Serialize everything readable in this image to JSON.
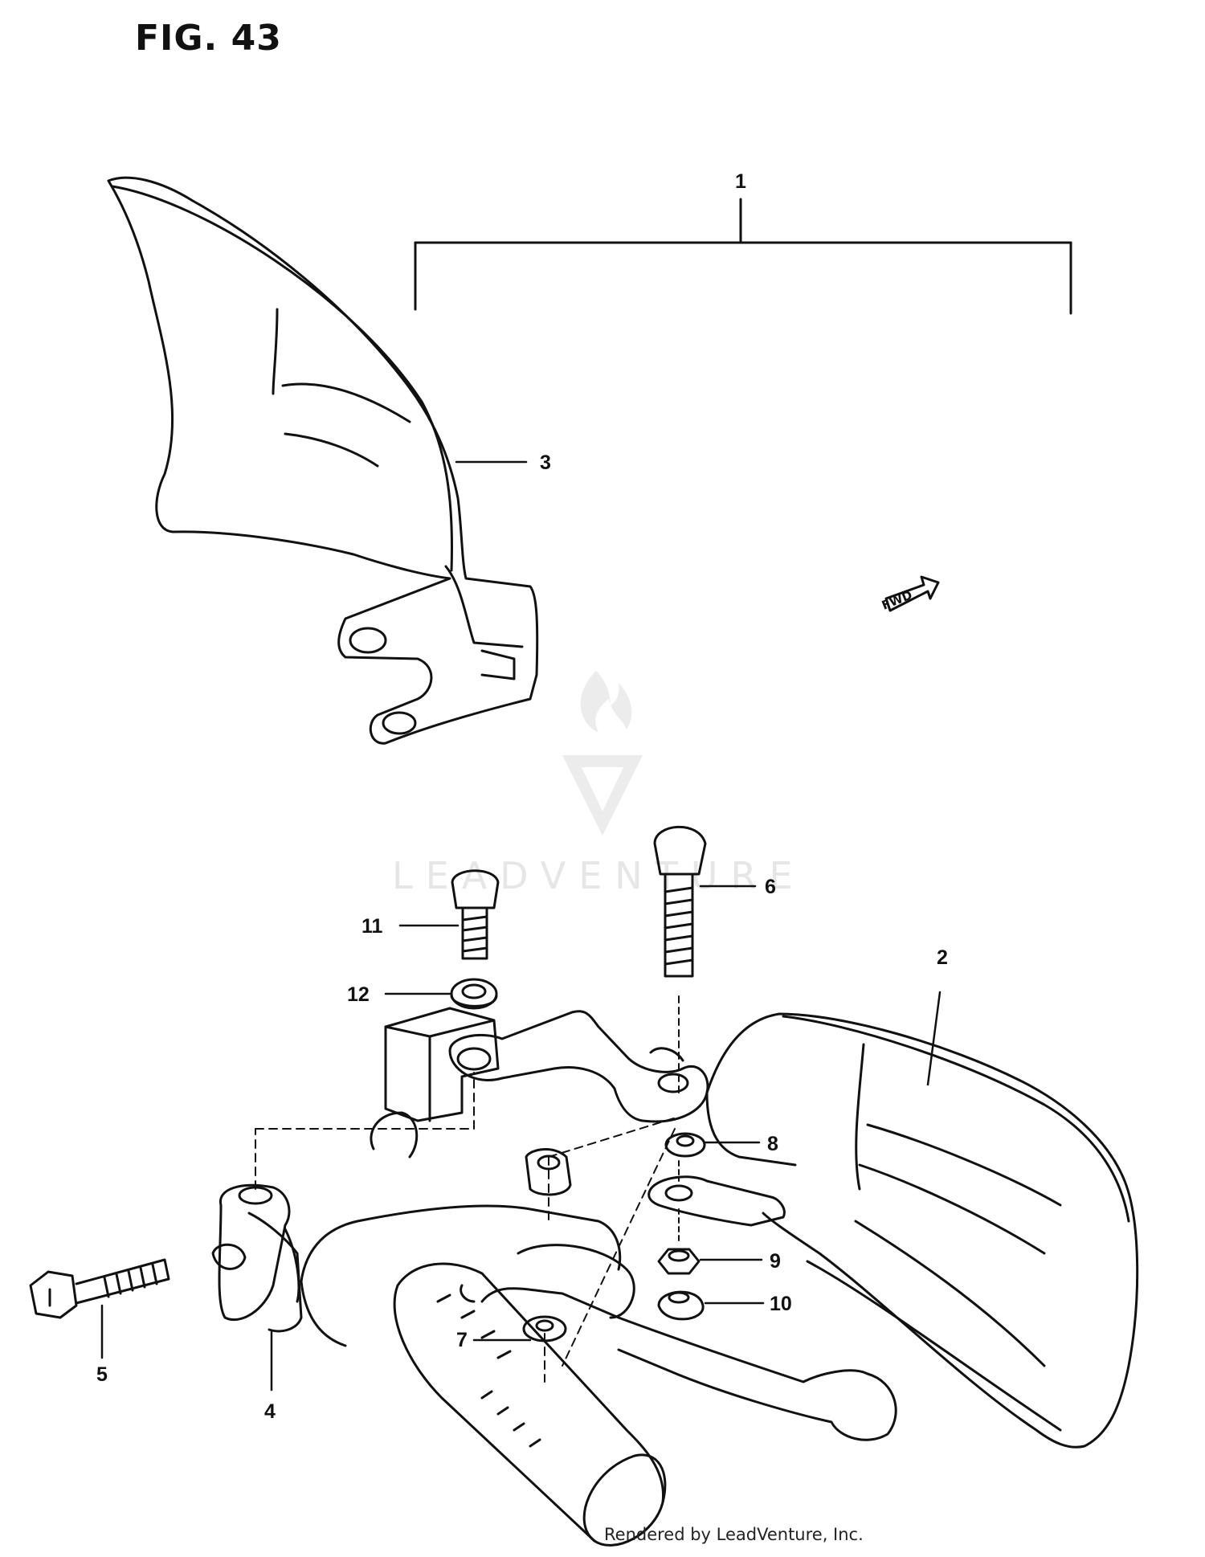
{
  "figure": {
    "title": "FIG. 43"
  },
  "callouts": {
    "c1": "1",
    "c2": "2",
    "c3": "3",
    "c4": "4",
    "c5": "5",
    "c6": "6",
    "c7": "7",
    "c8": "8",
    "c9": "9",
    "c10": "10",
    "c11": "11",
    "c12": "12"
  },
  "fwd_label": "FWD",
  "watermark": {
    "text": "LEADVENTURE"
  },
  "credit": "Rendered by LeadVenture, Inc.",
  "colors": {
    "ink": "#111111",
    "watermark": "#e6e6e6",
    "background": "#ffffff"
  },
  "icons": [
    "fwd-arrow-icon",
    "leadventure-logo-icon"
  ]
}
